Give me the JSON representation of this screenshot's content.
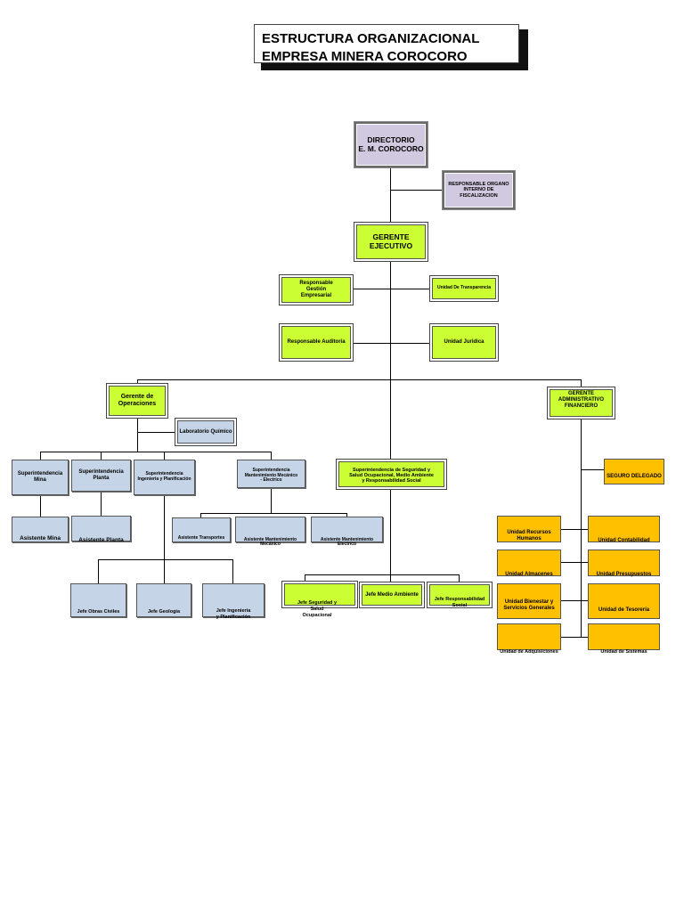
{
  "title": {
    "line1": "ESTRUCTURA ORGANIZACIONAL",
    "line2": "EMPRESA MINERA COROCORO"
  },
  "directorio": {
    "line1": "DIRECTORIO",
    "line2": "E. M. COROCORO"
  },
  "organo_fiscal": {
    "line1": "RESPONSABLE ORGANO",
    "line2": "INTERNO DE FISCALIZACION"
  },
  "gerente_ejecutivo": {
    "line1": "GERENTE",
    "line2": "EJECUTIVO"
  },
  "gestion_empresarial": {
    "line1": "Responsable",
    "line2": "Gestión",
    "line3": "Empresarial"
  },
  "unidad_transparencia": "Unidad De Transparencia",
  "auditoria": "Responsable Auditoria",
  "unidad_juridica": "Unidad Juridica",
  "gerente_operaciones": {
    "line1": "Gerente de",
    "line2": "Operaciones"
  },
  "laboratorio": "Laboratorio Químico",
  "gerente_admin": {
    "line1": "GERENTE",
    "line2": "ADMINISTRATIVO",
    "line3": "FINANCIERO"
  },
  "sup_mina": {
    "line1": "Superintendencia",
    "line2": "Mina"
  },
  "sup_planta": {
    "line1": "Superintendencia",
    "line2": "Planta"
  },
  "sup_ingenieria": {
    "line1": "Superintendencia",
    "line2": "Ingenieria y Planificación"
  },
  "sup_mantenimiento": {
    "line1": "Superintendencia",
    "line2": "Mantenimiento Mecánico",
    "line3": "- Electrico"
  },
  "sup_seguridad": {
    "line1": "Superintendencia de Seguridad y",
    "line2": "Salud Ocupacional, Medio Ambiente",
    "line3": "y Responsabilidad Social"
  },
  "seguro_delegado": "SEGURO DELEGADO",
  "asistente_mina": "Asistente Mina",
  "asistente_planta": "Asistente Planta",
  "asistente_transportes": "Asistente Transportes",
  "asistente_mecanico": {
    "line1": "Asistente Mantenimiento",
    "line2": "Mecánico"
  },
  "asistente_electrico": {
    "line1": "Asistente Mantenimiento",
    "line2": "Electrico"
  },
  "jefe_obras": "Jefe Obras Civiles",
  "jefe_geologia": "Jefe Geologia",
  "jefe_ingenieria": {
    "line1": "Jefe Ingenieria",
    "line2": "y Planificación"
  },
  "jefe_seguridad": {
    "line1": "Jefe Seguridad y",
    "line2": "Salud",
    "line3": "Ocupacional"
  },
  "jefe_medio_ambiente": "Jefe Medio Ambiente",
  "jefe_responsabilidad": {
    "line1": "Jefe Responsabilidad",
    "line2": "Social"
  },
  "u_rrhh": {
    "line1": "Unidad Recursos",
    "line2": "Humanos"
  },
  "u_contabilidad": "Unidad Contabilidad",
  "u_almacenes": "Unidad Almacenes",
  "u_presupuestos": "Unidad Presupuestos",
  "u_bienestar": {
    "line1": "Unidad Bienestar y",
    "line2": "Servicios Generales"
  },
  "u_tesoreria": "Unidad de Tesorería",
  "u_adquisiciones": "Unidad de Adquisiciones",
  "u_sistemas": "Unidad de Sistemas"
}
